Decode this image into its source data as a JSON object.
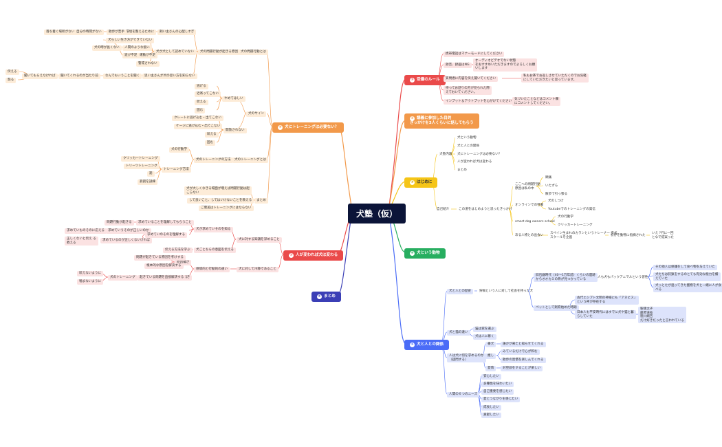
{
  "root": "犬塾（仮）",
  "colors": {
    "red": "#ea4a4a",
    "orange": "#f2994a",
    "yellow": "#f5c518",
    "green": "#27ae60",
    "blue": "#4a6cf7",
    "purple": "#3b3fb6"
  },
  "branches": [
    {
      "num": "①",
      "label": "受講のルール"
    },
    {
      "num": "②",
      "label": "講義に参加した目的\nきっかけを3人くらいに話してもらう"
    },
    {
      "num": "③",
      "label": "はじめに"
    },
    {
      "num": "④",
      "label": "犬という動物"
    },
    {
      "num": "⑤",
      "label": "犬と人との関係"
    },
    {
      "num": "⑥",
      "label": "まとめ"
    },
    {
      "num": "⑦",
      "label": "人が変われば犬は変わる"
    },
    {
      "num": "⑧",
      "label": "犬にトレーニングは必要ない？"
    }
  ],
  "rules": [
    "携帯電話はマナーモードにしてください",
    "録音、録画はNG",
    "オーディオビデオでない状態\nをおすすめいただきますのでよろしくお願\nいします",
    "質問者に内容を伝え聞いてください",
    "私もお茶でお返しさせていただくのでお気軽\nにしていただきたいと思っています。",
    "待ってお話りの方が見られた際\nえておいてください。",
    "インプット＆アウトプットを心がけてください",
    "気づいたことなどはコメント欄\nにコメントしてください。"
  ],
  "intro": {
    "content_label": "犬塾内容",
    "contents": [
      "犬という動物",
      "犬と人との関係",
      "犬にトレーニングは必要ない？",
      "人が変われば犬は変わる",
      "まとめ"
    ],
    "self_label": "自己紹介",
    "self_sub": "この道をはじめようと思ったきっかけ",
    "problem": "ここへの問題行動\n原因は私の中",
    "problem_items": [
      "頭痛",
      "いたずら",
      "散歩で引っ張る"
    ],
    "online": "オンラインでの啓蒙",
    "online_items": [
      "犬のしつけ",
      "Youtubeでのトレーニングの発信"
    ],
    "smart": "smart dog owners school",
    "smart_items": [
      "犬の行動学",
      "クリッカートレーニング"
    ],
    "meet": "ある人物との出会い",
    "meet_sub": "スペイン生まれのカランというトレーナー 県式\nスクールを企画",
    "meet_sub2": "初存を動物に指摘された",
    "meet_sub3": "いえ ?行に一回\nとなで提案った"
  },
  "relation": {
    "history": "犬と人との歴史",
    "history_sub": "狩猟という人に対して社会を持った犬",
    "era1": "旧石器時代（40～1万年前）くらいの遺跡\nからオオカミの骨が見つかっている",
    "era1_sub": "人も犬もパックアニマルという習性",
    "era1_items": [
      "その他人は保護をして食べ物を与えていた",
      "犬たちは狩猟をするのとても有効な能力を備\nえていた",
      "犬っとたが過ってきた獲物を犬と一緒に人が食\nべる"
    ],
    "pet": "ペットとして飼育始めた時期",
    "pet_a": "古代エジプト文明の神様にも「アヌビス」\nという神が存在する",
    "pet_b": "日本人も平安時代にはすでに犬や猫と暮\nらしていた",
    "pet_b_sub": "聖徳太子\n藤原道長\n徳川綱吉\nだけ好きだったと言われている",
    "similar": "犬と猫の違い",
    "similar_items": [
      "猫は家を選ぶ",
      "犬は人に慕く"
    ],
    "why": "人は犬に何を求めるのか\n（疑問する）",
    "why_items": [
      "番犬",
      "癒し",
      "愛情"
    ],
    "why_sub": [
      "誰かが来たと知らせてくれる",
      "みているだけで心が和む",
      "散歩の習慣を楽しんでくれる",
      "対空訓をすることが楽しい"
    ],
    "needs": "人間の６つのニーズ",
    "needs_items": [
      "安心したい",
      "多種性を味わいたい",
      "自己重要を感じたい",
      "愛とつながりを感じたい",
      "成長したい",
      "貢献したい"
    ]
  },
  "change": {
    "a": "犬に対する知識を深めること",
    "a_items": [
      "犬が求めていそのを知る",
      "犬ごとちらの意図を伝える"
    ],
    "a1_items": [
      "求めていることを理解してもらうこと",
      "求めていうそのが正しいのか",
      "求めていのそのを理解する"
    ],
    "a1_leaf": [
      "問題行動が起きる",
      "求めていものそのに応える",
      "正しくないと伝え る\n教える",
      "求めているのが正しくないければ"
    ],
    "a2_leaf": "伝える方法を学ぶ",
    "b": "犬に対して冷静であること",
    "b_items": [
      "感情的と行動的の違い"
    ],
    "b1_items": [
      "原因編さ",
      "冷静編き"
    ],
    "b1_leaf": [
      "問題が起きている原因を考けする",
      "根本的な原因を解決する",
      "起きている問題を直接解決する"
    ],
    "b2_leaf": "犬のトレーニング",
    "b2_items": [
      "吠えないように",
      "噛まないように"
    ]
  },
  "training": {
    "a": "犬の問題行動とは",
    "a_sub": "犬の問題行動が起きる原因",
    "a_items": [
      "飼い主さんの心配しすぎ",
      "犬が犬として認めていない",
      "思い主さんが犬の思い方を知らない"
    ],
    "a1_leaf": [
      "環境を整えるために",
      "散歩が苦手",
      "自分の時間がない",
      "落ち着く場所がない"
    ],
    "a2_leaf": [
      "犬らしい生き方ができていない",
      "人間のような扱い",
      "犬の時が長くない",
      "運動が不足",
      "遊び不足",
      "警戒されない"
    ],
    "a3_leaf": [
      "なんでもいうことを聞く",
      "聞いてくれるのが当たり前",
      "聞いてもらえなければ",
      "伝える",
      "怒る"
    ],
    "b": "犬のサイン",
    "b_items": [
      "やめてほしい",
      "開放されない"
    ],
    "b1_leaf": [
      "逃げる",
      "近寄ってこない",
      "吠える",
      "固む"
    ],
    "b2_leaf": [
      "クレートに逃げ込む・出てこない",
      "ケージに逃げ込む・出てこない",
      "吠える",
      "固む"
    ],
    "c": "犬のトレーニングとは",
    "c_items": [
      "犬の行動学",
      "犬のトレーニングの方法",
      "トレーニング方法"
    ],
    "c_leaf": [
      "クリッカートレーニング",
      "トリーツトレーニング",
      "罰",
      "罰罰を訓練"
    ],
    "d": "まとめ",
    "d_items": [
      "犬が大しくなきる場面が増えば問題行動は起\nこらない",
      "して良いこと、してはいけないことを教える",
      "ご褒美はトレーニングにはならない"
    ]
  }
}
